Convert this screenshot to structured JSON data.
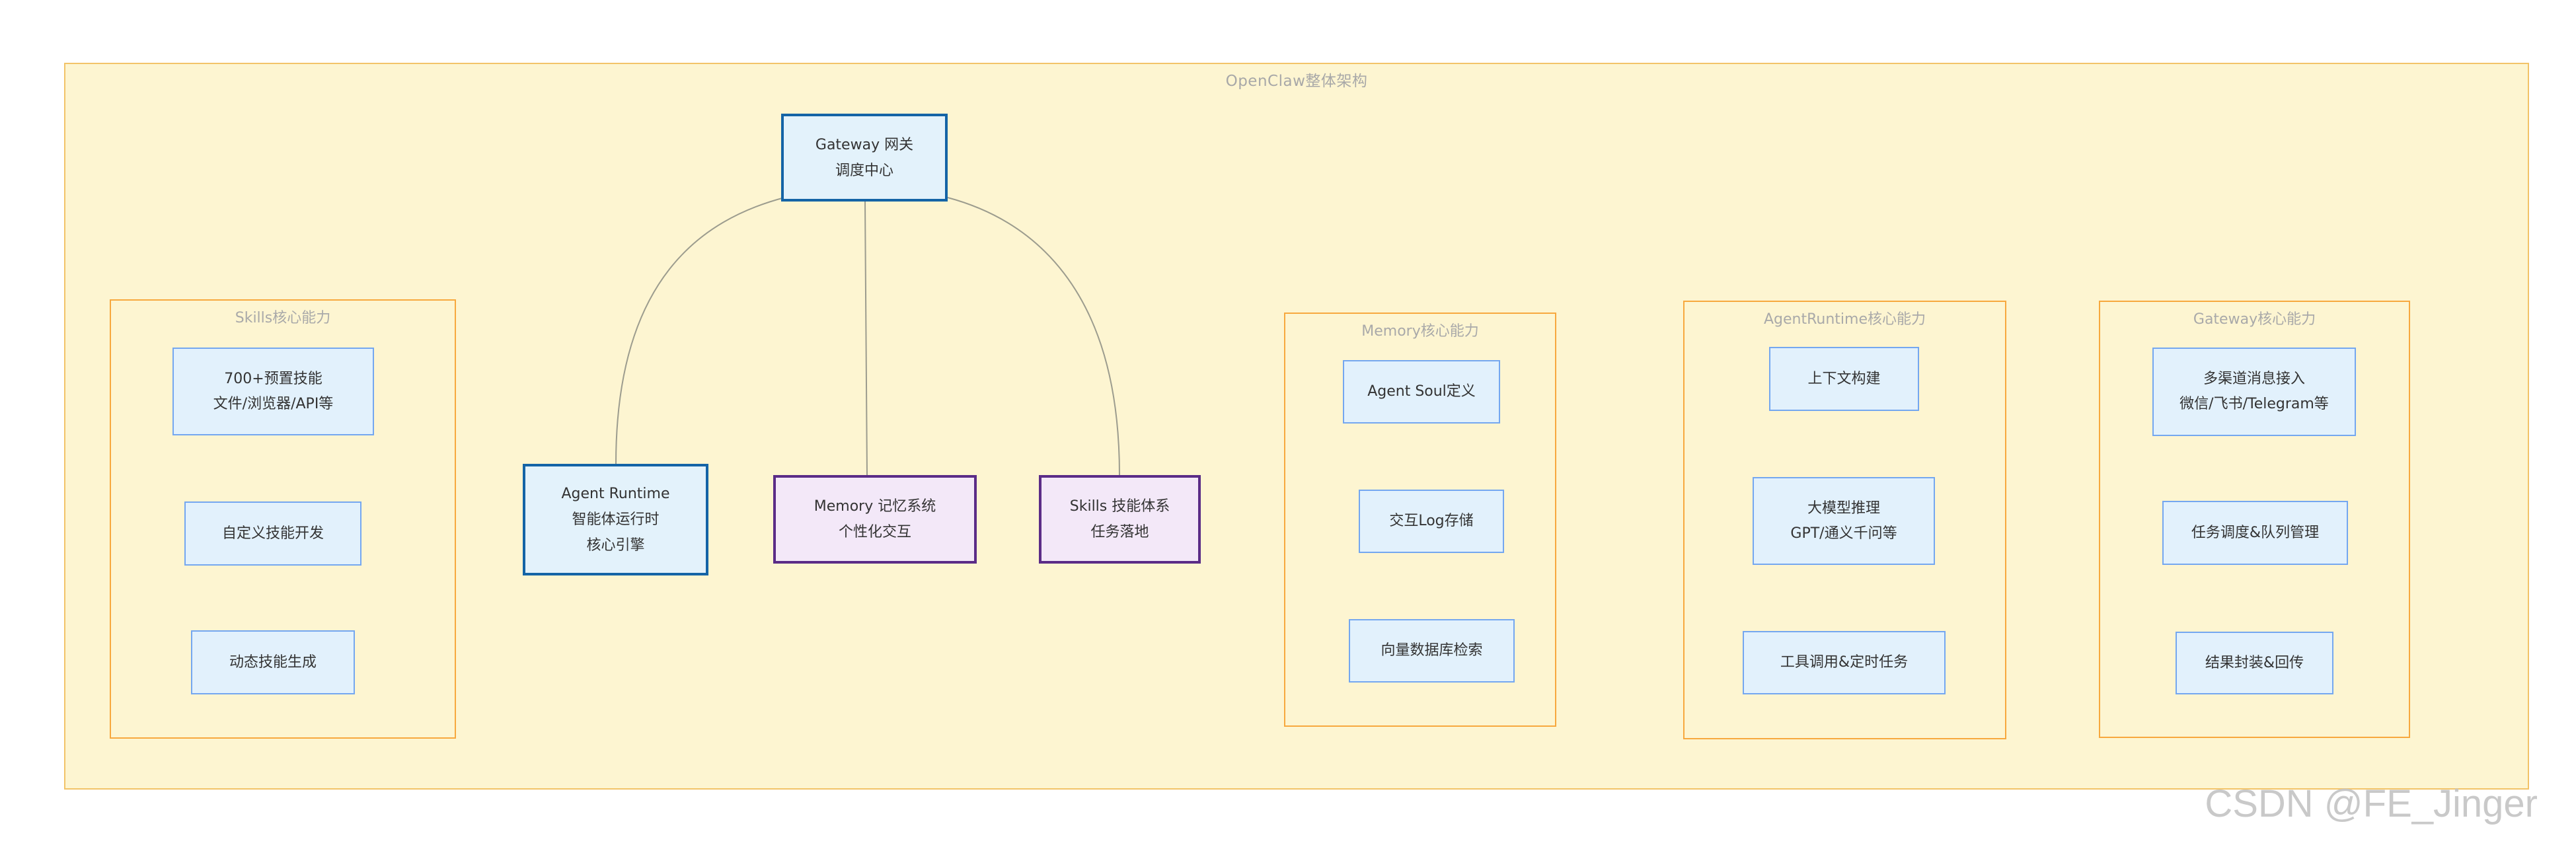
{
  "title": "OpenClaw整体架构",
  "watermark": "CSDN @FE_Jinger",
  "colors": {
    "canvas_bg": "#ffffff",
    "container_bg": "#fdf5d1",
    "container_border": "#f2c368",
    "group_border": "#f7a83e",
    "group_label_color": "#a9a9a9",
    "blue_node_bg": "#e3f2fb",
    "blue_node_border": "#1464a6",
    "purple_node_bg": "#f3e8f8",
    "purple_node_border": "#5b2c87",
    "leaf_node_bg": "#e2f1fc",
    "leaf_node_border": "#74a7f0",
    "edge_color": "#9c9c8e",
    "node_text_color": "#333333",
    "watermark_color": "#c3c3c3"
  },
  "root": {
    "id": "gateway",
    "lines": [
      "Gateway 网关",
      "调度中心"
    ]
  },
  "mid_nodes": [
    {
      "id": "agent-runtime",
      "lines": [
        "Agent Runtime",
        "智能体运行时",
        "核心引擎"
      ]
    },
    {
      "id": "memory",
      "lines": [
        "Memory 记忆系统",
        "个性化交互"
      ]
    },
    {
      "id": "skills",
      "lines": [
        "Skills 技能体系",
        "任务落地"
      ]
    }
  ],
  "edges": [
    {
      "from": "gateway",
      "to": "agent-runtime"
    },
    {
      "from": "gateway",
      "to": "memory"
    },
    {
      "from": "gateway",
      "to": "skills"
    }
  ],
  "groups": [
    {
      "id": "skills-core",
      "label": "Skills核心能力",
      "items": [
        {
          "lines": [
            "700+预置技能",
            "文件/浏览器/API等"
          ]
        },
        {
          "lines": [
            "自定义技能开发"
          ]
        },
        {
          "lines": [
            "动态技能生成"
          ]
        }
      ]
    },
    {
      "id": "memory-core",
      "label": "Memory核心能力",
      "items": [
        {
          "lines": [
            "Agent Soul定义"
          ]
        },
        {
          "lines": [
            "交互Log存储"
          ]
        },
        {
          "lines": [
            "向量数据库检索"
          ]
        }
      ]
    },
    {
      "id": "agentruntime-core",
      "label": "AgentRuntime核心能力",
      "items": [
        {
          "lines": [
            "上下文构建"
          ]
        },
        {
          "lines": [
            "大模型推理",
            "GPT/通义千问等"
          ]
        },
        {
          "lines": [
            "工具调用&定时任务"
          ]
        }
      ]
    },
    {
      "id": "gateway-core",
      "label": "Gateway核心能力",
      "items": [
        {
          "lines": [
            "多渠道消息接入",
            "微信/飞书/Telegram等"
          ]
        },
        {
          "lines": [
            "任务调度&队列管理"
          ]
        },
        {
          "lines": [
            "结果封装&回传"
          ]
        }
      ]
    }
  ]
}
